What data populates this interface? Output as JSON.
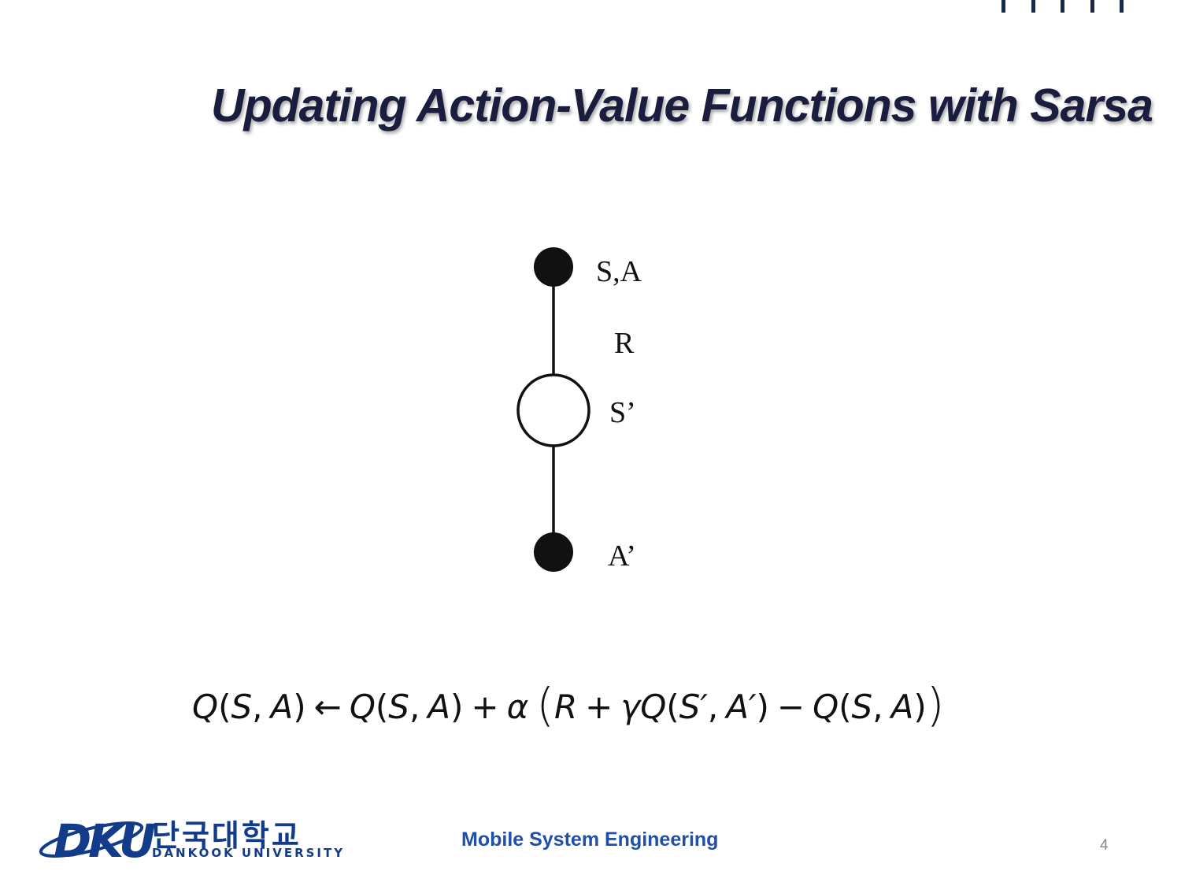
{
  "slide": {
    "title": "Updating Action-Value Functions with Sarsa",
    "page_number": "4"
  },
  "diagram": {
    "nodes": [
      {
        "label": "S,A",
        "kind": "action-node-filled"
      },
      {
        "label": "S’",
        "kind": "state-node-open"
      },
      {
        "label": "A’",
        "kind": "action-node-filled"
      }
    ],
    "edge_label": "R"
  },
  "formula": {
    "parts": [
      "Q",
      "(",
      "S",
      ",",
      "A",
      ")",
      "←",
      "Q",
      "(",
      "S",
      ",",
      "A",
      ")",
      "+",
      "α",
      "(",
      "R",
      "+",
      "γ",
      "Q",
      "(",
      "S′",
      ",",
      "A′",
      ")",
      "−",
      "Q",
      "(",
      "S",
      ",",
      "A",
      ")",
      ")"
    ]
  },
  "footer": {
    "logo_mark": "DKU",
    "logo_korean": "단국대학교",
    "logo_english": "DANKOOK UNIVERSITY",
    "course": "Mobile System Engineering"
  },
  "colors": {
    "title": "#1a1d3e",
    "footer_text": "#1f4fa8",
    "logo": "#123b8a"
  }
}
